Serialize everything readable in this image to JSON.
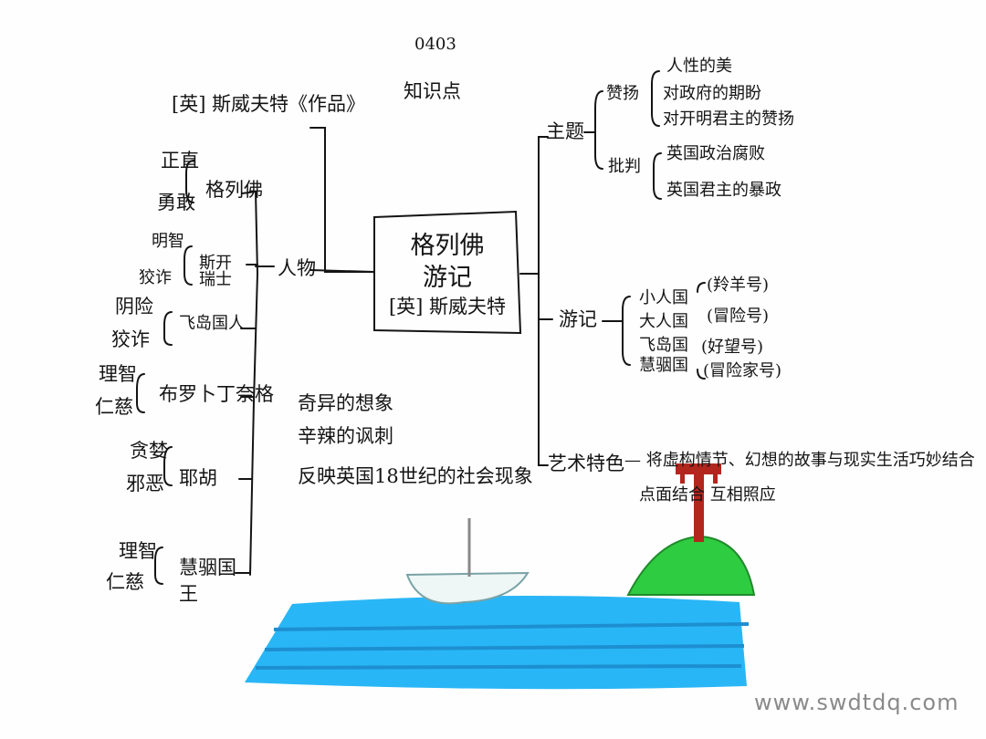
{
  "header": {
    "code": "0403",
    "tag": "知识点",
    "author_line": "[英] 斯威夫特《作品》"
  },
  "center": {
    "title_line1": "格列佛",
    "title_line2": "游记",
    "author": "[英] 斯威夫特"
  },
  "characters": {
    "label": "人物",
    "items": [
      {
        "name": "格列佛",
        "traits": [
          "正直",
          "勇敢"
        ]
      },
      {
        "name": "斯开瑞士",
        "traits": [
          "明智",
          "狡诈"
        ]
      },
      {
        "name": "飞岛国人",
        "traits": [
          "阴险",
          "狡诈"
        ]
      },
      {
        "name": "布罗卜丁奈格",
        "traits": [
          "理智",
          "仁慈"
        ]
      },
      {
        "name": "耶胡",
        "traits": [
          "贪婪",
          "邪恶"
        ]
      },
      {
        "name": "慧骃国王",
        "traits": [
          "理智",
          "仁慈"
        ]
      }
    ]
  },
  "theme": {
    "label": "主题",
    "praise": {
      "label": "赞扬",
      "items": [
        "人性的美",
        "对政府的期盼",
        "对开明君主的赞扬"
      ]
    },
    "criticism": {
      "label": "批判",
      "items": [
        "英国政治腐败",
        "英国君主的暴政"
      ]
    }
  },
  "travels": {
    "label": "游记",
    "items": [
      {
        "place": "小人国",
        "ship": "(羚羊号)"
      },
      {
        "place": "大人国",
        "ship": "(冒险号)"
      },
      {
        "place": "飞岛国",
        "ship": "(好望号)"
      },
      {
        "place": "慧骃国",
        "ship": "(冒险家号)"
      }
    ]
  },
  "art": {
    "label": "艺术特色",
    "line1": "— 将虚构情节、幻想的故事与现实生活巧妙结合",
    "line2": "点面结合 互相照应"
  },
  "features": [
    "奇异的想象",
    "辛辣的讽刺",
    "反映英国18世纪的社会现象"
  ],
  "watermark": "www.swdtdq.com",
  "colors": {
    "ink": "#141414",
    "sea": "#29b6f6",
    "island": "#2ecc40",
    "tree": "#b3261e"
  }
}
